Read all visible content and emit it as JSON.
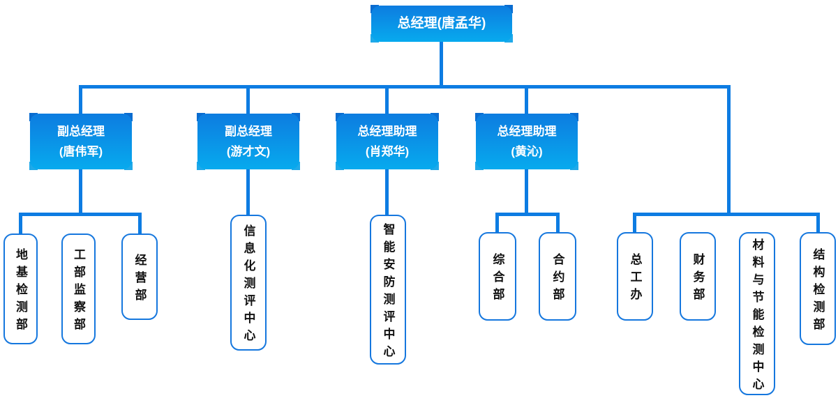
{
  "org": {
    "root": {
      "label": "总经理(唐孟华)"
    },
    "managers": [
      {
        "line1": "副总经理",
        "line2": "(唐伟军)"
      },
      {
        "line1": "副总经理",
        "line2": "(游才文)"
      },
      {
        "line1": "总经理助理",
        "line2": "(肖郑华)"
      },
      {
        "line1": "总经理助理",
        "line2": "(黄沁)"
      }
    ],
    "departments": [
      {
        "label": "地基检测部"
      },
      {
        "label": "工部监察部"
      },
      {
        "label": "经营部"
      },
      {
        "label": "信息化测评中心"
      },
      {
        "label": "智能安防测评中心"
      },
      {
        "label": "综合部"
      },
      {
        "label": "合约部"
      },
      {
        "label": "总工办"
      },
      {
        "label": "财务部"
      },
      {
        "label": "材料与节能检测中心"
      },
      {
        "label": "结构检测部"
      }
    ]
  },
  "colors": {
    "line": "#0d7ce2",
    "border": "#1577de",
    "gradTop": "#0d7ce0",
    "gradBottom": "#07aaee",
    "notchTop": "#0a6cd0",
    "notchBottom": "#1fa9e9",
    "deptText": "#111111",
    "nodeText": "#ffffff",
    "bg": "#ffffff"
  }
}
